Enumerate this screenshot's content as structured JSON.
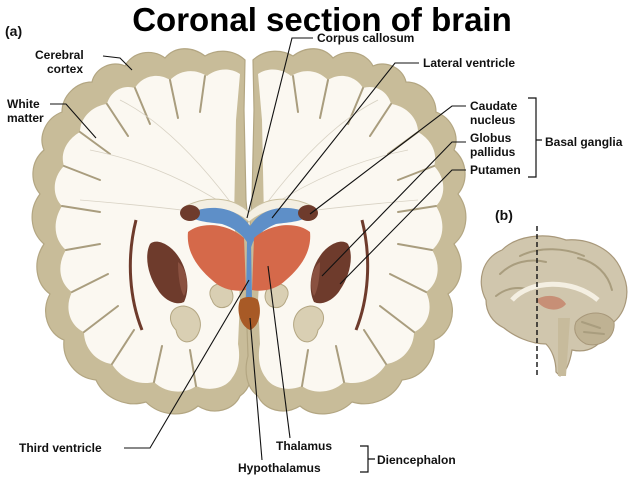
{
  "title": "Coronal section of brain",
  "panels": {
    "a": "(a)",
    "b": "(b)"
  },
  "labels": {
    "cerebral_cortex": [
      "Cerebral",
      "cortex"
    ],
    "white_matter": [
      "White",
      "matter"
    ],
    "corpus_callosum": "Corpus callosum",
    "lateral_ventricle": "Lateral ventricle",
    "caudate_nucleus": [
      "Caudate",
      "nucleus"
    ],
    "globus_pallidus": [
      "Globus",
      "pallidus"
    ],
    "putamen": "Putamen",
    "basal_ganglia": "Basal ganglia",
    "third_ventricle": "Third ventricle",
    "thalamus": "Thalamus",
    "hypothalamus": "Hypothalamus",
    "diencephalon": "Diencephalon"
  },
  "colors": {
    "cortex": "#c8bc99",
    "white_matter": "#fbf8f1",
    "ventricle": "#5e8fc8",
    "thalamus": "#d5694a",
    "basal_ganglia": "#6e3b2c",
    "hypothalamus": "#a85a26"
  }
}
